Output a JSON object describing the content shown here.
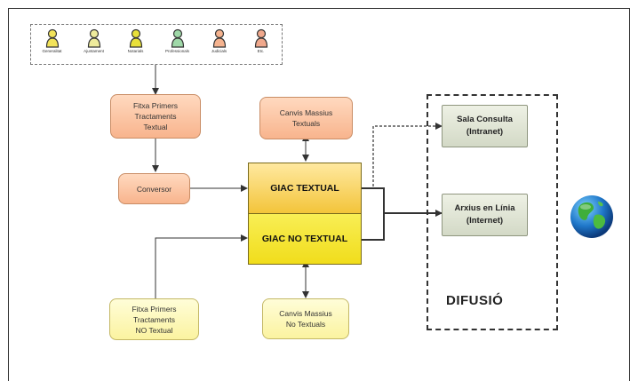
{
  "actors": [
    {
      "label": "Generalitat",
      "color": "#f2e35a"
    },
    {
      "label": "Ajuntament",
      "color": "#eeeb9c"
    },
    {
      "label": "Notarials",
      "color": "#e8e03a"
    },
    {
      "label": "Professionals",
      "color": "#9fd8a8"
    },
    {
      "label": "Judicials",
      "color": "#f5b38f"
    },
    {
      "label": "Etc.",
      "color": "#f0a88c"
    }
  ],
  "nodes": {
    "fitxa_textual": "Fitxa Primers\nTractaments\nTextual",
    "conversor": "Conversor",
    "canvis_textuals": "Canvis Massius\nTextuals",
    "giac_textual": "GIAC TEXTUAL",
    "giac_no_textual": "GIAC NO TEXTUAL",
    "fitxa_no_textual": "Fitxa Primers\nTractaments\nNO Textual",
    "canvis_no_textuals": "Canvis Massius\nNo Textuals",
    "sala_consulta": "Sala Consulta\n(Intranet)",
    "arxius_linia": "Arxius en Línia\n(Internet)"
  },
  "difusio_label": "DIFUSIÓ",
  "colors": {
    "orange": "#f8b48d",
    "yellow": "#fbf3a0",
    "giac_top": "#f3c43a",
    "giac_bottom": "#f1dd1b",
    "output": "#d3d9c6"
  }
}
